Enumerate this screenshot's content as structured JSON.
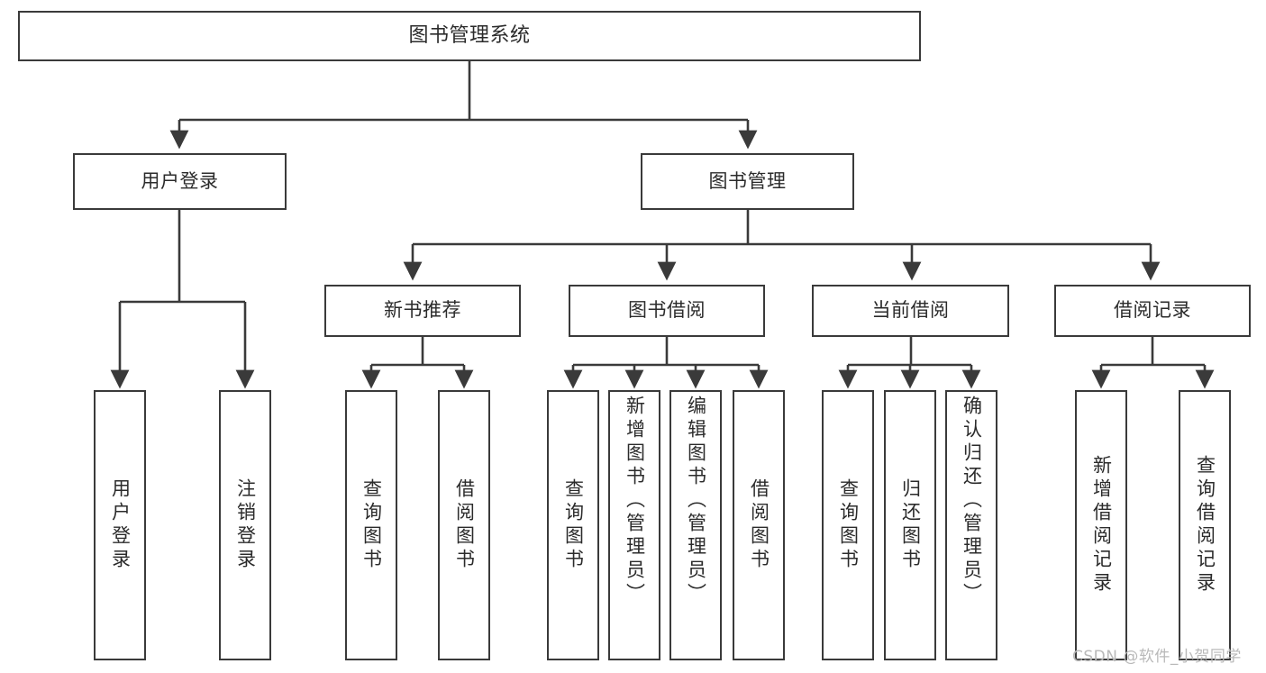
{
  "diagram": {
    "title": "图书管理系统",
    "type": "tree-structure-chart",
    "watermark": "CSDN @软件_小贺同学",
    "colors": {
      "stroke": "#3a3a3a",
      "fill": "#ffffff",
      "text": "#2b2b2b",
      "watermark": "#b9b9b9"
    },
    "root": {
      "label": "图书管理系统"
    },
    "level2": [
      {
        "label": "用户登录"
      },
      {
        "label": "图书管理"
      }
    ],
    "level3": [
      {
        "label": "新书推荐"
      },
      {
        "label": "图书借阅"
      },
      {
        "label": "当前借阅"
      },
      {
        "label": "借阅记录"
      }
    ],
    "leaves": {
      "user_login": [
        {
          "label": "用户登录"
        },
        {
          "label": "注销登录"
        }
      ],
      "new_book": [
        {
          "label": "查询图书"
        },
        {
          "label": "借阅图书"
        }
      ],
      "book_borrow": [
        {
          "label": "查询图书"
        },
        {
          "label": "新增图书（管理员）"
        },
        {
          "label": "编辑图书（管理员）"
        },
        {
          "label": "借阅图书"
        }
      ],
      "current_borrow": [
        {
          "label": "查询图书"
        },
        {
          "label": "归还图书"
        },
        {
          "label": "确认归还（管理员）"
        }
      ],
      "borrow_record": [
        {
          "label": "新增借阅记录"
        },
        {
          "label": "查询借阅记录"
        }
      ]
    }
  }
}
